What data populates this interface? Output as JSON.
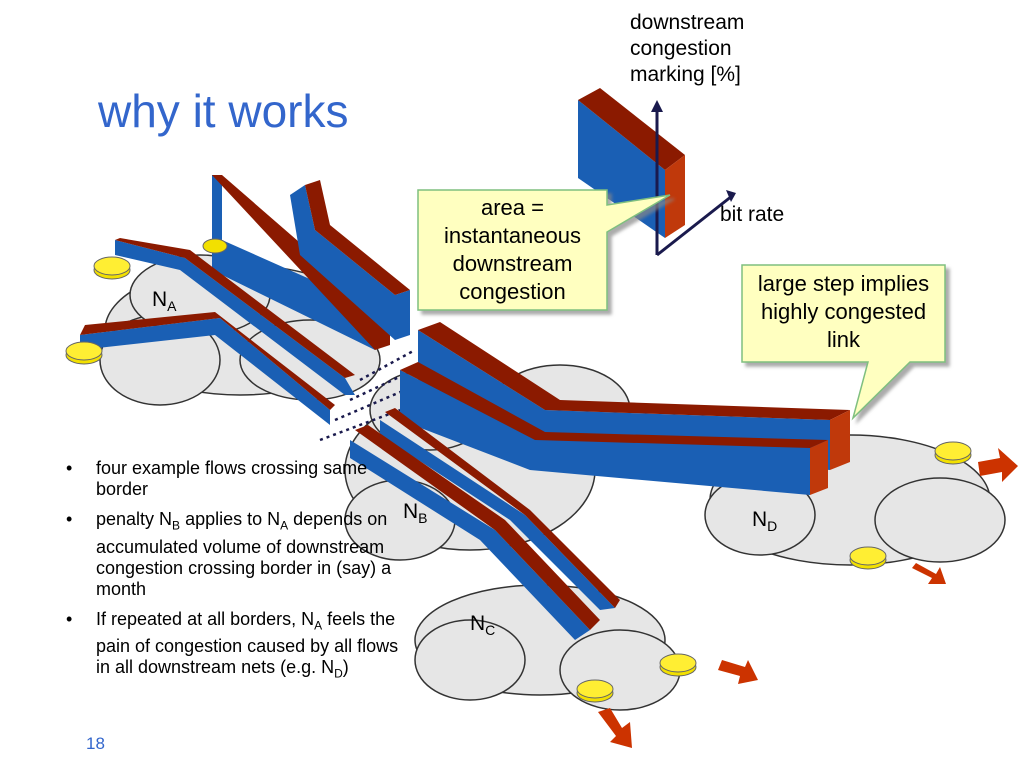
{
  "slide": {
    "title": "why it works",
    "page_number": "18"
  },
  "axis": {
    "y_label": [
      "downstream",
      "congestion",
      "marking [%]"
    ],
    "x_label": "bit rate"
  },
  "callouts": {
    "area": [
      "area =",
      "instantaneous",
      "downstream",
      "congestion"
    ],
    "step": [
      "large step implies",
      "highly congested",
      "link"
    ]
  },
  "networks": {
    "a": {
      "label": "N",
      "sub": "A"
    },
    "b": {
      "label": "N",
      "sub": "B"
    },
    "c": {
      "label": "N",
      "sub": "C"
    },
    "d": {
      "label": "N",
      "sub": "D"
    }
  },
  "bullets": {
    "marker": "•",
    "b1": {
      "text": "four example flows crossing same border"
    },
    "b2": {
      "pre": "penalty N",
      "sub1": "B",
      "mid": " applies to N",
      "sub2": "A",
      "post": " depends on accumulated volume of downstream congestion crossing border in (say) a month"
    },
    "b3": {
      "pre": "If repeated at all borders, N",
      "sub1": "A",
      "mid": " feels the pain of congestion caused by all flows in all downstream nets (e.g. N",
      "sub2": "D",
      "post": ")"
    }
  },
  "colors": {
    "title": "#3366cc",
    "ribbon_top": "#8b1a00",
    "ribbon_front": "#1a5fb4",
    "ribbon_edge": "#c0390b",
    "cloud": "#e6e6e6",
    "callout": "#ffffc0",
    "router": "#f2e000",
    "arrow": "#cc3300"
  }
}
